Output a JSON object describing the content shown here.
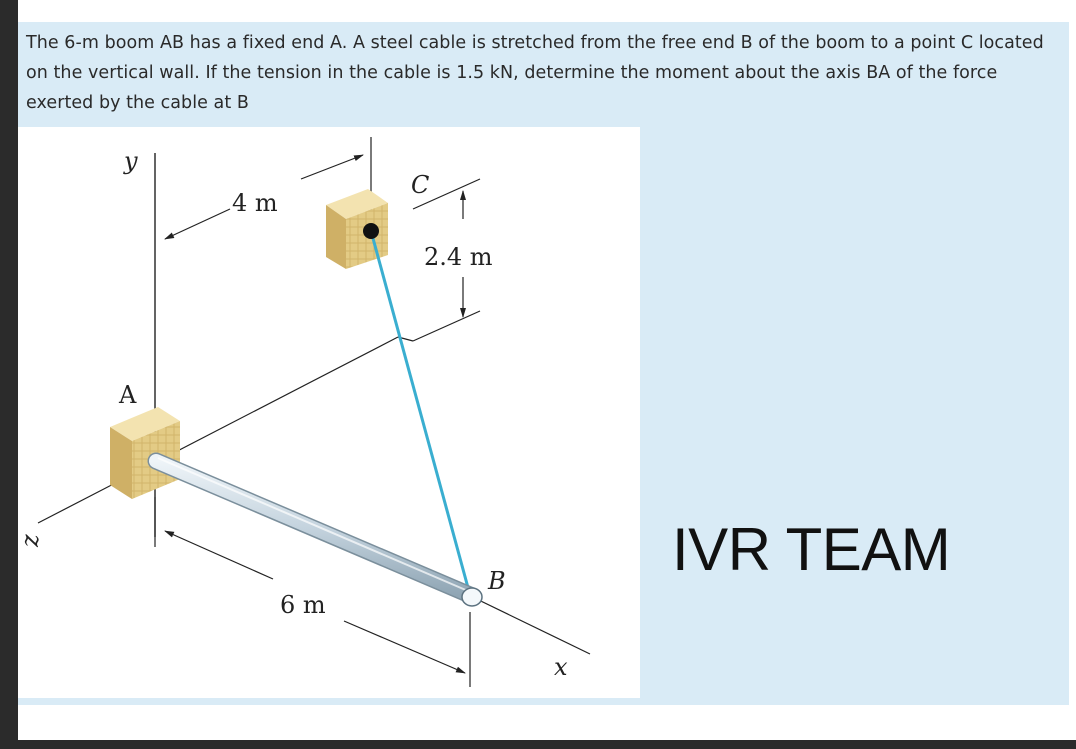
{
  "problem": {
    "text": "The 6-m boom AB has a fixed end A. A steel cable is stretched from the free end B of the boom to a point C located on the vertical wall. If the tension in the cable is 1.5 kN, determine the moment about the axis BA of the force exerted by the cable at B"
  },
  "figure": {
    "labels": {
      "y": "y",
      "z": "z",
      "x": "x",
      "A": "A",
      "B": "B",
      "C": "C",
      "dim_4m": "4 m",
      "dim_24m": "2.4 m",
      "dim_6m": "6 m"
    },
    "colors": {
      "cable": "#3aaed0",
      "block": "#e6cf8a",
      "boom": "#c8d7e2"
    }
  },
  "watermark": "IVR TEAM"
}
